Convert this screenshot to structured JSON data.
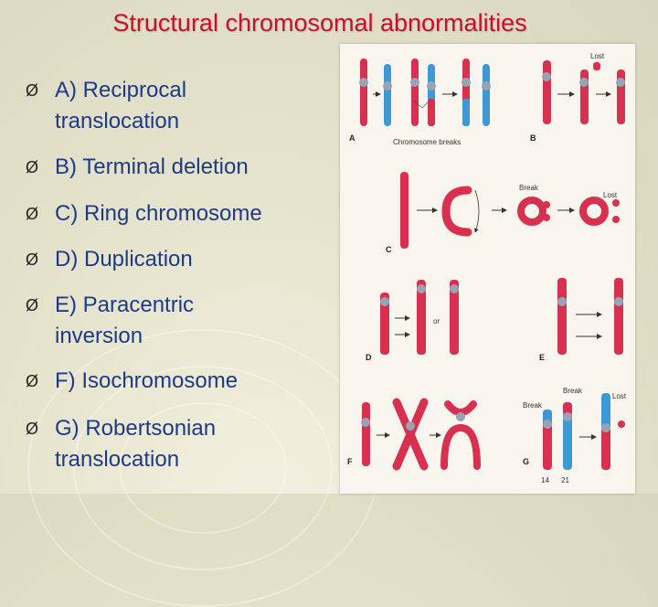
{
  "slide": {
    "title": "Structural chromosomal abnormalities",
    "bullets": [
      {
        "line1": "A) Reciprocal",
        "line2": "translocation"
      },
      {
        "line1": "B) Terminal deletion",
        "line2": ""
      },
      {
        "line1": "C) Ring chromosome",
        "line2": ""
      },
      {
        "line1": "D) Duplication",
        "line2": ""
      },
      {
        "line1": "E) Paracentric",
        "line2": "inversion"
      },
      {
        "line1": "F) Isochromosome",
        "line2": ""
      },
      {
        "line1": "G) Robertsonian",
        "line2": "translocation"
      }
    ],
    "bullet_glyph": "Ø"
  },
  "figure": {
    "labels": {
      "chromosome_breaks": "Chromosome breaks",
      "lost": "Lost",
      "break": "Break",
      "or": "or",
      "num14": "14",
      "num21": "21"
    },
    "panels": {
      "a": "A",
      "b": "B",
      "c": "C",
      "d": "D",
      "e": "E",
      "f": "F",
      "g": "G"
    },
    "colors": {
      "red": "#d8314f",
      "blue": "#3d98d3",
      "centromere": "#9aa3b5"
    }
  }
}
